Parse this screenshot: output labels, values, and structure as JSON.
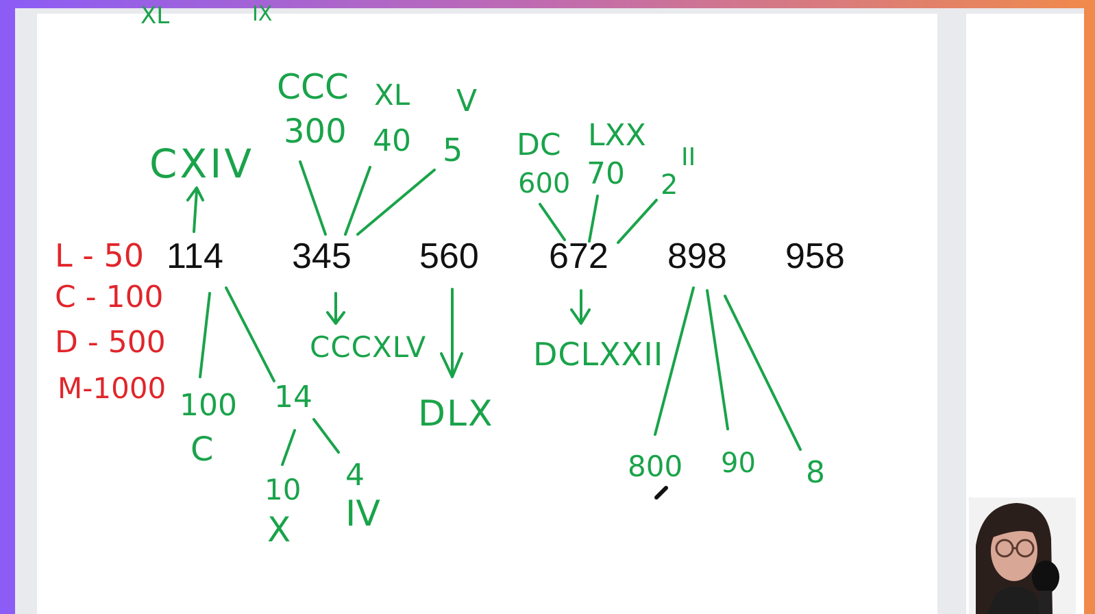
{
  "numbers": [
    "114",
    "345",
    "560",
    "672",
    "898",
    "958"
  ],
  "legend": [
    "L - 50",
    "C - 100",
    "D - 500",
    "M-1000"
  ],
  "top_cut": [
    "XL",
    "IX"
  ],
  "n114": {
    "roman": "CXIV",
    "parts": [
      "100",
      "14"
    ],
    "c": "C",
    "sub": [
      "10",
      "4"
    ],
    "subr": [
      "X",
      "IV"
    ]
  },
  "n345": {
    "roman": "CCCXLV",
    "hundreds": "CCC",
    "h_val": "300",
    "tens": "XL",
    "t_val": "40",
    "ones": "V",
    "o_val": "5"
  },
  "n560": {
    "roman": "DLX"
  },
  "n672": {
    "roman": "DCLXXII",
    "hundreds": "DC",
    "h_val": "600",
    "tens": "LXX",
    "t_val": "70",
    "ones": "II",
    "o_val": "2"
  },
  "n898": {
    "parts": [
      "800",
      "90",
      "8"
    ]
  },
  "colors": {
    "green": "#1aa34a",
    "red": "#e0262b",
    "ink": "#111111"
  }
}
